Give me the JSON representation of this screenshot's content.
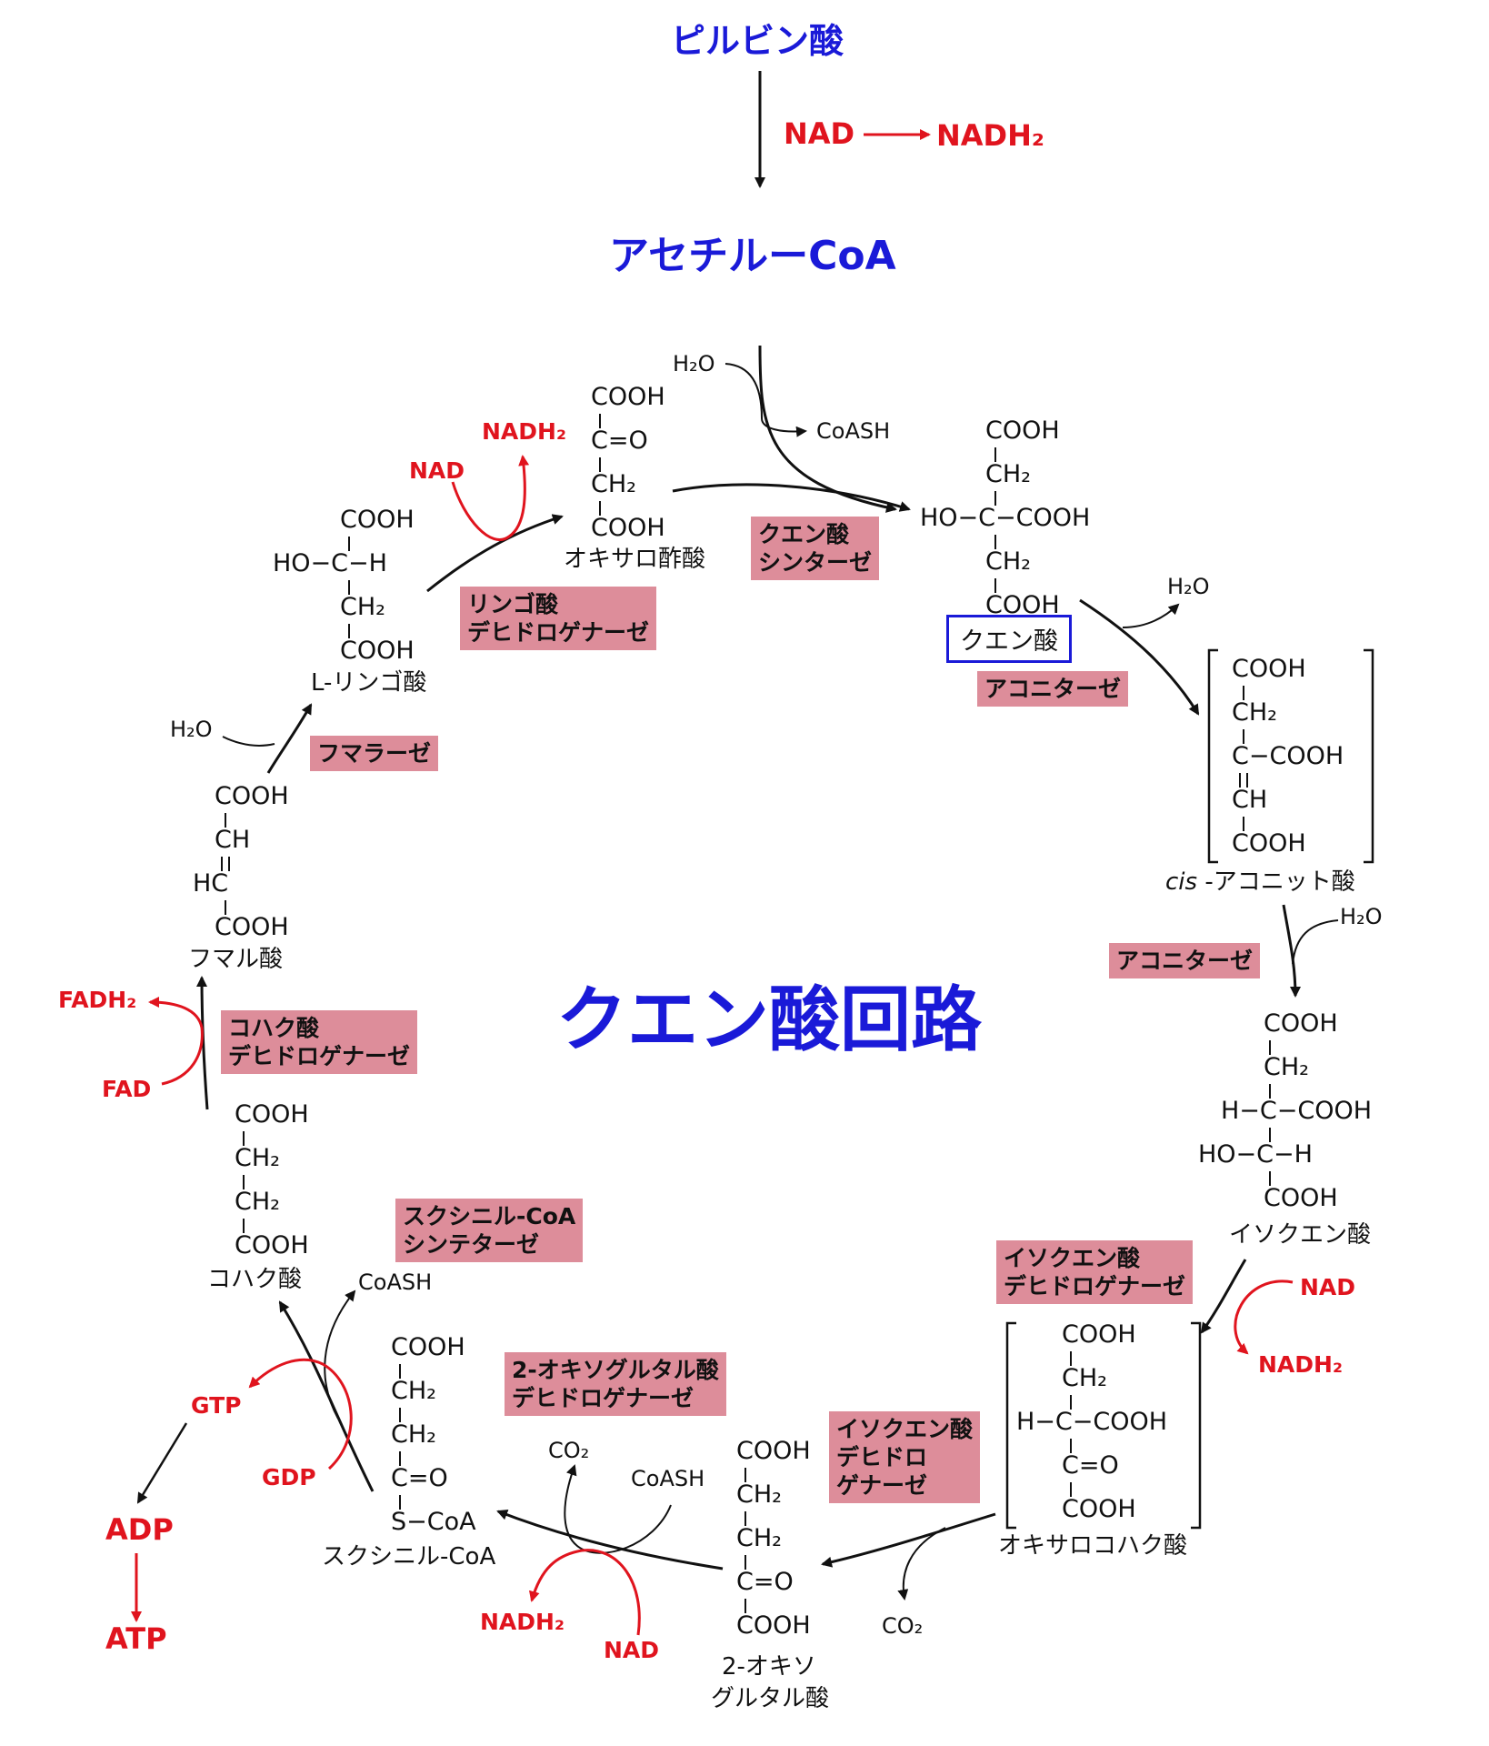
{
  "title": "クエン酸回路",
  "top": {
    "pyruvate": "ピルビン酸",
    "nad": "NAD",
    "nadh2": "NADH₂",
    "acetyl_coa": "アセチルーCoA"
  },
  "cofactors": {
    "h2o_entry": "H₂O",
    "coash_entry": "CoASH",
    "h2o_aconitase_out": "H₂O",
    "h2o_aconitase_in": "H₂O",
    "nad_icdh": "NAD",
    "nadh2_icdh": "NADH₂",
    "co2_oxalosuccinate": "CO₂",
    "co2_akgdh": "CO₂",
    "coash_akgdh": "CoASH",
    "nadh2_akgdh": "NADH₂",
    "nad_akgdh": "NAD",
    "coash_succinyl": "CoASH",
    "gtp": "GTP",
    "gdp": "GDP",
    "adp": "ADP",
    "atp": "ATP",
    "fadh2": "FADH₂",
    "fad": "FAD",
    "h2o_fumarase": "H₂O",
    "nad_mdh": "NAD",
    "nadh2_mdh": "NADH₂"
  },
  "enzymes": {
    "citrate_synthase": "クエン酸\nシンターゼ",
    "aconitase_1": "アコニターゼ",
    "aconitase_2": "アコニターゼ",
    "icdh_1": "イソクエン酸\nデヒドロゲナーゼ",
    "icdh_2": "イソクエン酸\nデヒドロ\nゲナーゼ",
    "akgdh": "2-オキソグルタル酸\nデヒドロゲナーゼ",
    "succinyl_coa_synthetase": "スクシニル-CoA\nシンテターゼ",
    "sdh": "コハク酸\nデヒドロゲナーゼ",
    "fumarase": "フマラーゼ",
    "mdh": "リンゴ酸\nデヒドロゲナーゼ"
  },
  "molecules": {
    "citrate": {
      "name": "クエン酸",
      "rows": [
        "COOH",
        "CH₂",
        "HO−C−COOH",
        "CH₂",
        "COOH"
      ]
    },
    "cis_aconitate": {
      "name_italic": "cis",
      "name_rest": " -アコニット酸",
      "rows": [
        "COOH",
        "CH₂",
        "C−COOH",
        "CH",
        "COOH"
      ]
    },
    "isocitrate": {
      "name": "イソクエン酸",
      "rows": [
        "COOH",
        "CH₂",
        "H−C−COOH",
        "HO−C−H",
        "COOH"
      ]
    },
    "oxalosuccinate": {
      "name": "オキサロコハク酸",
      "rows": [
        "COOH",
        "CH₂",
        "H−C−COOH",
        "C=O",
        "COOH"
      ]
    },
    "oxoglutarate": {
      "name_line1": "2-オキソ",
      "name_line2": "グルタル酸",
      "rows": [
        "COOH",
        "CH₂",
        "CH₂",
        "C=O",
        "COOH"
      ]
    },
    "succinyl_coa": {
      "name": "スクシニル-CoA",
      "rows": [
        "COOH",
        "CH₂",
        "CH₂",
        "C=O",
        "S−CoA"
      ]
    },
    "succinate": {
      "name": "コハク酸",
      "rows": [
        "COOH",
        "CH₂",
        "CH₂",
        "COOH"
      ]
    },
    "fumarate": {
      "name": "フマル酸",
      "rows": [
        "COOH",
        "CH",
        "HC",
        "COOH"
      ]
    },
    "malate": {
      "name": "L-リンゴ酸",
      "rows": [
        "COOH",
        "HO−C−H",
        "CH₂",
        "COOH"
      ]
    },
    "oxaloacetate": {
      "name": "オキサロ酢酸",
      "rows": [
        "COOH",
        "C=O",
        "CH₂",
        "COOH"
      ]
    }
  },
  "colors": {
    "blue": "#1a1ad8",
    "red": "#e0141e",
    "enzyme_fill": "#dd8d9a",
    "black": "#111111"
  }
}
